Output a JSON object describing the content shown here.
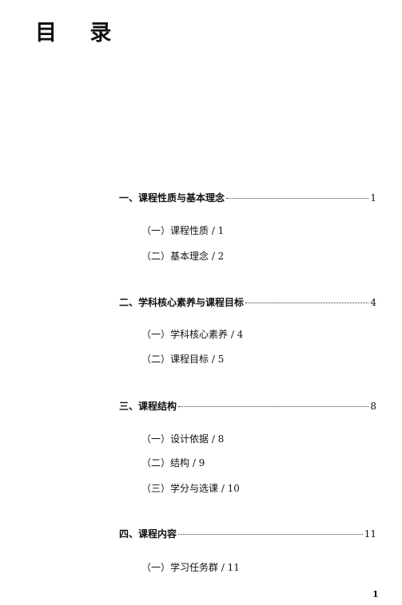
{
  "heading": "目 录",
  "sections": [
    {
      "title": "一、课程性质与基本理念",
      "page": "1",
      "subs": [
        "（一）课程性质 / 1",
        "（二）基本理念 / 2"
      ]
    },
    {
      "title": "二、学科核心素养与课程目标",
      "page": "4",
      "subs": [
        "（一）学科核心素养 / 4",
        "（二）课程目标 / 5"
      ]
    },
    {
      "title": "三、课程结构",
      "page": "8",
      "subs": [
        "（一）设计依据 / 8",
        "（二）结构 / 9",
        "（三）学分与选课 / 10"
      ]
    },
    {
      "title": "四、课程内容",
      "page": "11",
      "subs": [
        "（一）学习任务群 / 11"
      ]
    }
  ],
  "page_number": "1"
}
